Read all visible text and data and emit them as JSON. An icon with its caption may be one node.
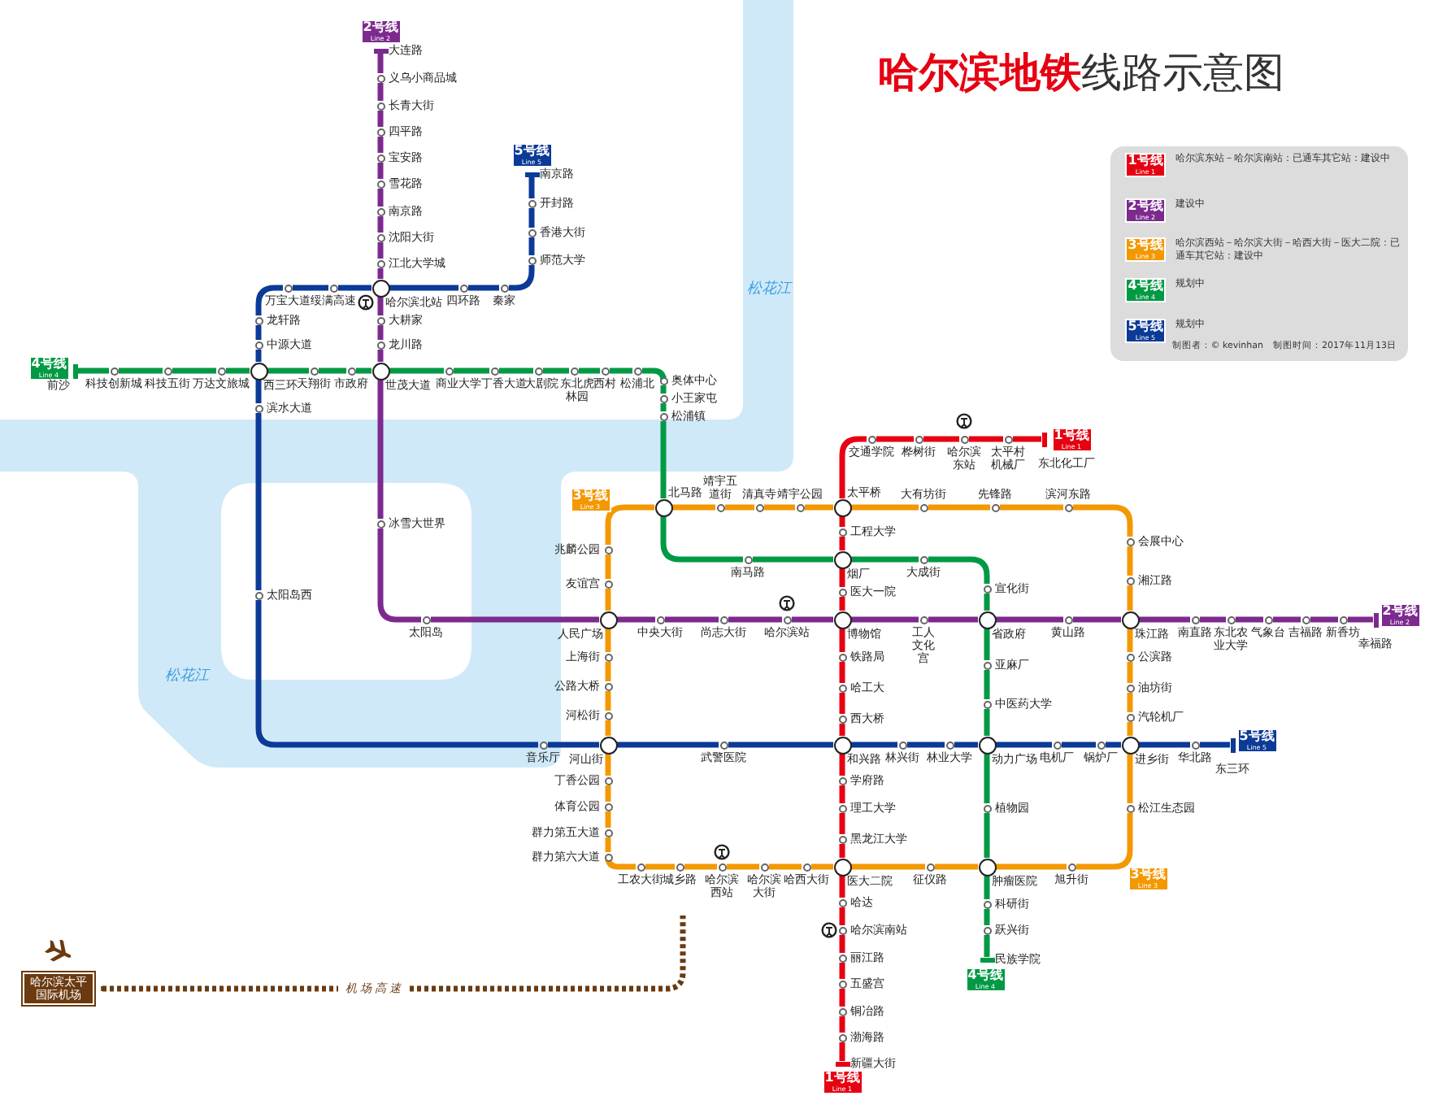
{
  "diagram": {
    "title": "**哈尔滨地铁**线路示意图",
    "nodes": [
      {
        "text": [
          "2号线",
          "Line 2"
        ]
      },
      {
        "text": [],
        "shape": "bar",
        "beside": [
          "大连路"
        ]
      },
      {
        "text": [],
        "shape": "circle",
        "beside": [
          "义乌小商品城"
        ]
      },
      {
        "text": [],
        "shape": "circle",
        "beside": [
          "长青大街"
        ]
      },
      {
        "text": [],
        "shape": "circle",
        "beside": [
          "四平路"
        ]
      },
      {
        "text": [],
        "shape": "circle",
        "beside": [
          "宝安路"
        ]
      },
      {
        "text": [],
        "shape": "circle",
        "beside": [
          "雪花路"
        ]
      },
      {
        "text": [],
        "shape": "circle",
        "beside": [
          "南京路"
        ]
      },
      {
        "text": [],
        "shape": "circle",
        "beside": [
          "沈阳大街"
        ]
      },
      {
        "text": [],
        "shape": "circle",
        "beside": [
          "江北大学城"
        ]
      },
      {
        "text": [],
        "shape": "circle",
        "beside": [
          "哈尔滨北站"
        ]
      },
      {
        "text": [],
        "shape": "circle",
        "beside": [
          "大耕家"
        ]
      },
      {
        "text": [],
        "shape": "circle",
        "beside": [
          "龙川路"
        ]
      },
      {
        "text": [],
        "shape": "circle",
        "beside": [
          "世茂大道"
        ]
      },
      {
        "text": [],
        "shape": "circle",
        "beside": [
          "冰雪大世界"
        ]
      },
      {
        "text": [],
        "shape": "circle",
        "beside": [
          "太阳岛"
        ]
      },
      {
        "text": [],
        "shape": "circle",
        "beside": [
          "人民广场"
        ]
      },
      {
        "text": [],
        "shape": "circle",
        "beside": [
          "中央大街"
        ]
      },
      {
        "text": [],
        "shape": "circle",
        "beside": [
          "尚志大街"
        ]
      },
      {
        "text": [],
        "shape": "circle",
        "beside": [
          "哈尔滨站"
        ]
      },
      {
        "text": [],
        "shape": "circle",
        "beside": [
          "博物馆"
        ]
      },
      {
        "text": [],
        "shape": "circle",
        "beside": [
          "工人文化宫"
        ]
      },
      {
        "text": [],
        "shape": "circle",
        "beside": [
          "省政府"
        ]
      },
      {
        "text": [],
        "shape": "circle",
        "beside": [
          "黄山路"
        ]
      },
      {
        "text": [],
        "shape": "circle",
        "beside": [
          "珠江路"
        ]
      },
      {
        "text": [],
        "shape": "circle",
        "beside": [
          "南直路"
        ]
      },
      {
        "text": [],
        "shape": "circle",
        "beside": [
          "东北农业大学"
        ]
      },
      {
        "text": [],
        "shape": "circle",
        "beside": [
          "气象台"
        ]
      },
      {
        "text": [],
        "shape": "circle",
        "beside": [
          "吉福路"
        ]
      },
      {
        "text": [],
        "shape": "circle",
        "beside": [
          "新香坊"
        ]
      },
      {
        "text": [],
        "shape": "bar",
        "beside": [
          "幸福路"
        ]
      },
      {
        "text": [
          "2号线",
          "Line 2"
        ]
      },
      {
        "text": [
          "5号线",
          "Line 5"
        ]
      },
      {
        "text": [],
        "shape": "bar",
        "beside": [
          "南京路"
        ]
      },
      {
        "text": [],
        "shape": "circle",
        "beside": [
          "开封路"
        ]
      },
      {
        "text": [],
        "shape": "circle",
        "beside": [
          "香港大街"
        ]
      },
      {
        "text": [],
        "shape": "circle",
        "beside": [
          "师范大学"
        ]
      },
      {
        "text": [],
        "shape": "circle",
        "beside": [
          "秦家"
        ]
      },
      {
        "text": [],
        "shape": "circle",
        "beside": [
          "四环路"
        ]
      },
      {
        "text": [],
        "shape": "circle",
        "beside": [
          "绥满高速"
        ]
      },
      {
        "text": [],
        "shape": "circle",
        "beside": [
          "万宝大道"
        ]
      },
      {
        "text": [],
        "shape": "circle",
        "beside": [
          "龙轩路"
        ]
      },
      {
        "text": [],
        "shape": "circle",
        "beside": [
          "中源大道"
        ]
      },
      {
        "text": [],
        "shape": "circle",
        "beside": [
          "西三环"
        ]
      },
      {
        "text": [],
        "shape": "circle",
        "beside": [
          "滨水大道"
        ]
      },
      {
        "text": [],
        "shape": "circle",
        "beside": [
          "太阳岛西"
        ]
      },
      {
        "text": [],
        "shape": "circle",
        "beside": [
          "音乐厅"
        ]
      },
      {
        "text": [],
        "shape": "circle",
        "beside": [
          "河山街"
        ]
      },
      {
        "text": [],
        "shape": "circle",
        "beside": [
          "武警医院"
        ]
      },
      {
        "text": [],
        "shape": "circle",
        "beside": [
          "和兴路"
        ]
      },
      {
        "text": [],
        "shape": "circle",
        "beside": [
          "林兴街"
        ]
      },
      {
        "text": [],
        "shape": "circle",
        "beside": [
          "林业大学"
        ]
      },
      {
        "text": [],
        "shape": "circle",
        "beside": [
          "动力广场"
        ]
      },
      {
        "text": [],
        "shape": "circle",
        "beside": [
          "电机厂"
        ]
      },
      {
        "text": [],
        "shape": "circle",
        "beside": [
          "锅炉厂"
        ]
      },
      {
        "text": [],
        "shape": "circle",
        "beside": [
          "进乡街"
        ]
      },
      {
        "text": [],
        "shape": "circle",
        "beside": [
          "华北路"
        ]
      },
      {
        "text": [],
        "shape": "bar",
        "beside": [
          "东三环"
        ]
      },
      {
        "text": [
          "5号线",
          "Line 5"
        ]
      },
      {
        "text": [
          "4号线",
          "Line 4"
        ]
      },
      {
        "text": [],
        "shape": "bar",
        "beside": [
          "前沙"
        ]
      },
      {
        "text": [],
        "shape": "circle",
        "beside": [
          "科技创新城"
        ]
      },
      {
        "text": [],
        "shape": "circle",
        "beside": [
          "科技五街"
        ]
      },
      {
        "text": [],
        "shape": "circle",
        "beside": [
          "万达文旅城"
        ]
      },
      {
        "text": [],
        "shape": "circle",
        "beside": [
          "天翔街"
        ]
      },
      {
        "text": [],
        "shape": "circle",
        "beside": [
          "市政府"
        ]
      },
      {
        "text": [],
        "shape": "circle",
        "beside": [
          "商业大学"
        ]
      },
      {
        "text": [],
        "shape": "circle",
        "beside": [
          "丁香大道"
        ]
      },
      {
        "text": [],
        "shape": "circle",
        "beside": [
          "大剧院"
        ]
      },
      {
        "text": [],
        "shape": "circle",
        "beside": [
          "东北虎林园"
        ]
      },
      {
        "text": [],
        "shape": "circle",
        "beside": [
          "西村"
        ]
      },
      {
        "text": [],
        "shape": "circle",
        "beside": [
          "松浦北"
        ]
      },
      {
        "text": [],
        "shape": "circle",
        "beside": [
          "奥体中心"
        ]
      },
      {
        "text": [],
        "shape": "circle",
        "beside": [
          "小王家屯"
        ]
      },
      {
        "text": [],
        "shape": "circle",
        "beside": [
          "松浦镇"
        ]
      },
      {
        "text": [],
        "shape": "circle",
        "beside": [
          "北马路"
        ]
      },
      {
        "text": [],
        "shape": "circle",
        "beside": [
          "南马路"
        ]
      },
      {
        "text": [],
        "shape": "circle",
        "beside": [
          "烟厂"
        ]
      },
      {
        "text": [],
        "shape": "circle",
        "beside": [
          "大成街"
        ]
      },
      {
        "text": [],
        "shape": "circle",
        "beside": [
          "宣化街"
        ]
      },
      {
        "text": [],
        "shape": "circle",
        "beside": [
          "亚麻厂"
        ]
      },
      {
        "text": [],
        "shape": "circle",
        "beside": [
          "中医药大学"
        ]
      },
      {
        "text": [],
        "shape": "circle",
        "beside": [
          "植物园"
        ]
      },
      {
        "text": [],
        "shape": "circle",
        "beside": [
          "肿瘤医院"
        ]
      },
      {
        "text": [],
        "shape": "circle",
        "beside": [
          "科研街"
        ]
      },
      {
        "text": [],
        "shape": "circle",
        "beside": [
          "跃兴街"
        ]
      },
      {
        "text": [],
        "shape": "bar",
        "beside": [
          "民族学院"
        ]
      },
      {
        "text": [
          "4号线",
          "Line 4"
        ]
      },
      {
        "text": [
          "3号线",
          "Line 3"
        ]
      },
      {
        "text": [],
        "shape": "circle",
        "beside": [
          "靖宇五道街"
        ]
      },
      {
        "text": [],
        "shape": "circle",
        "beside": [
          "清真寺"
        ]
      },
      {
        "text": [],
        "shape": "circle",
        "beside": [
          "靖宇公园"
        ]
      },
      {
        "text": [],
        "shape": "circle",
        "beside": [
          "太平桥"
        ]
      },
      {
        "text": [],
        "shape": "circle",
        "beside": [
          "大有坊街"
        ]
      },
      {
        "text": [],
        "shape": "circle",
        "beside": [
          "先锋路"
        ]
      },
      {
        "text": [],
        "shape": "circle",
        "beside": [
          "滨河东路"
        ]
      },
      {
        "text": [],
        "shape": "circle",
        "beside": [
          "会展中心"
        ]
      },
      {
        "text": [],
        "shape": "circle",
        "beside": [
          "湘江路"
        ]
      },
      {
        "text": [],
        "shape": "circle",
        "beside": [
          "公滨路"
        ]
      },
      {
        "text": [],
        "shape": "circle",
        "beside": [
          "油坊街"
        ]
      },
      {
        "text": [],
        "shape": "circle",
        "beside": [
          "汽轮机厂"
        ]
      },
      {
        "text": [],
        "shape": "circle",
        "beside": [
          "松江生态园"
        ]
      },
      {
        "text": [
          "3号线",
          "Line 3"
        ]
      },
      {
        "text": [],
        "shape": "circle",
        "beside": [
          "旭升街"
        ]
      },
      {
        "text": [],
        "shape": "circle",
        "beside": [
          "征仪路"
        ]
      },
      {
        "text": [],
        "shape": "circle",
        "beside": [
          "医大二院"
        ]
      },
      {
        "text": [],
        "shape": "circle",
        "beside": [
          "哈西大街"
        ]
      },
      {
        "text": [],
        "shape": "circle",
        "beside": [
          "哈尔滨大街"
        ]
      },
      {
        "text": [],
        "shape": "circle",
        "beside": [
          "哈尔滨西站"
        ]
      },
      {
        "text": [],
        "shape": "circle",
        "beside": [
          "城乡路"
        ]
      },
      {
        "text": [],
        "shape": "circle",
        "beside": [
          "工农大街"
        ]
      },
      {
        "text": [],
        "shape": "circle",
        "beside": [
          "群力第六大道"
        ]
      },
      {
        "text": [],
        "shape": "circle",
        "beside": [
          "群力第五大道"
        ]
      },
      {
        "text": [],
        "shape": "circle",
        "beside": [
          "体育公园"
        ]
      },
      {
        "text": [],
        "shape": "circle",
        "beside": [
          "丁香公园"
        ]
      },
      {
        "text": [],
        "shape": "circle",
        "beside": [
          "河松街"
        ]
      },
      {
        "text": [],
        "shape": "circle",
        "beside": [
          "公路大桥"
        ]
      },
      {
        "text": [],
        "shape": "circle",
        "beside": [
          "上海街"
        ]
      },
      {
        "text": [],
        "shape": "circle",
        "beside": [
          "友谊宫"
        ]
      },
      {
        "text": [],
        "shape": "circle",
        "beside": [
          "兆麟公园"
        ]
      },
      {
        "text": [
          "1号线",
          "Line 1"
        ]
      },
      {
        "text": [],
        "shape": "circle",
        "beside": [
          "交通学院"
        ]
      },
      {
        "text": [],
        "shape": "circle",
        "beside": [
          "桦树街"
        ]
      },
      {
        "text": [],
        "shape": "circle",
        "beside": [
          "哈尔滨东站"
        ]
      },
      {
        "text": [],
        "shape": "circle",
        "beside": [
          "太平村机械厂"
        ]
      },
      {
        "text": [],
        "shape": "bar",
        "beside": [
          "东北化工厂"
        ]
      },
      {
        "text": [],
        "shape": "circle",
        "beside": [
          "工程大学"
        ]
      },
      {
        "text": [],
        "shape": "circle",
        "beside": [
          "医大一院"
        ]
      },
      {
        "text": [],
        "shape": "circle",
        "beside": [
          "铁路局"
        ]
      },
      {
        "text": [],
        "shape": "circle",
        "beside": [
          "哈工大"
        ]
      },
      {
        "text": [],
        "shape": "circle",
        "beside": [
          "西大桥"
        ]
      },
      {
        "text": [],
        "shape": "circle",
        "beside": [
          "学府路"
        ]
      },
      {
        "text": [],
        "shape": "circle",
        "beside": [
          "理工大学"
        ]
      },
      {
        "text": [],
        "shape": "circle",
        "beside": [
          "黑龙江大学"
        ]
      },
      {
        "text": [],
        "shape": "circle",
        "beside": [
          "哈达"
        ]
      },
      {
        "text": [],
        "shape": "circle",
        "beside": [
          "哈尔滨南站"
        ]
      },
      {
        "text": [],
        "shape": "circle",
        "beside": [
          "丽江路"
        ]
      },
      {
        "text": [],
        "shape": "circle",
        "beside": [
          "五盛宫"
        ]
      },
      {
        "text": [],
        "shape": "circle",
        "beside": [
          "铜冶路"
        ]
      },
      {
        "text": [],
        "shape": "circle",
        "beside": [
          "渤海路"
        ]
      },
      {
        "text": [],
        "shape": "bar",
        "beside": [
          "新疆大街"
        ]
      },
      {
        "text": [
          "1号线",
          "Line 1"
        ]
      },
      {
        "text": [
          "哈尔滨太平国际机场"
        ]
      }
    ],
    "edges": [
      {
        "from": 1,
        "to": 2,
        "arrow": "none",
        "color": "#7d2a8f"
      },
      {
        "from": 2,
        "to": 3,
        "arrow": "none",
        "color": "#7d2a8f"
      },
      {
        "from": 3,
        "to": 4,
        "arrow": "none",
        "color": "#7d2a8f"
      },
      {
        "from": 4,
        "to": 5,
        "arrow": "none",
        "color": "#7d2a8f"
      },
      {
        "from": 5,
        "to": 6,
        "arrow": "none",
        "color": "#7d2a8f"
      },
      {
        "from": 6,
        "to": 7,
        "arrow": "none",
        "color": "#7d2a8f"
      },
      {
        "from": 7,
        "to": 8,
        "arrow": "none",
        "color": "#7d2a8f"
      },
      {
        "from": 8,
        "to": 9,
        "arrow": "none",
        "color": "#7d2a8f"
      },
      {
        "from": 9,
        "to": 10,
        "arrow": "none",
        "color": "#7d2a8f"
      },
      {
        "from": 10,
        "to": 11,
        "arrow": "none",
        "color": "#7d2a8f"
      },
      {
        "from": 11,
        "to": 12,
        "arrow": "none",
        "color": "#7d2a8f"
      },
      {
        "from": 12,
        "to": 13,
        "arrow": "none",
        "color": "#7d2a8f"
      },
      {
        "from": 13,
        "to": 14,
        "arrow": "none",
        "color": "#7d2a8f"
      },
      {
        "from": 14,
        "to": 15,
        "arrow": "none",
        "color": "#7d2a8f"
      },
      {
        "from": 15,
        "to": 16,
        "arrow": "none",
        "color": "#7d2a8f"
      },
      {
        "from": 16,
        "to": 17,
        "arrow": "none",
        "color": "#7d2a8f"
      },
      {
        "from": 17,
        "to": 18,
        "arrow": "none",
        "color": "#7d2a8f"
      },
      {
        "from": 18,
        "to": 19,
        "arrow": "none",
        "color": "#7d2a8f"
      },
      {
        "from": 19,
        "to": 20,
        "arrow": "none",
        "color": "#7d2a8f"
      },
      {
        "from": 20,
        "to": 21,
        "arrow": "none",
        "color": "#7d2a8f"
      },
      {
        "from": 21,
        "to": 22,
        "arrow": "none",
        "color": "#7d2a8f"
      },
      {
        "from": 22,
        "to": 23,
        "arrow": "none",
        "color": "#7d2a8f"
      },
      {
        "from": 23,
        "to": 24,
        "arrow": "none",
        "color": "#7d2a8f"
      },
      {
        "from": 24,
        "to": 25,
        "arrow": "none",
        "color": "#7d2a8f"
      },
      {
        "from": 25,
        "to": 26,
        "arrow": "none",
        "color": "#7d2a8f"
      },
      {
        "from": 26,
        "to": 27,
        "arrow": "none",
        "color": "#7d2a8f"
      },
      {
        "from": 27,
        "to": 28,
        "arrow": "none",
        "color": "#7d2a8f"
      },
      {
        "from": 28,
        "to": 29,
        "arrow": "none",
        "color": "#7d2a8f"
      },
      {
        "from": 29,
        "to": 30,
        "arrow": "none",
        "color": "#7d2a8f"
      },
      {
        "from": 33,
        "to": 34,
        "arrow": "none",
        "color": "#0b3a97"
      },
      {
        "from": 34,
        "to": 35,
        "arrow": "none",
        "color": "#0b3a97"
      },
      {
        "from": 35,
        "to": 36,
        "arrow": "none",
        "color": "#0b3a97"
      },
      {
        "from": 36,
        "to": 37,
        "arrow": "none",
        "color": "#0b3a97"
      },
      {
        "from": 37,
        "to": 38,
        "arrow": "none",
        "color": "#0b3a97"
      },
      {
        "from": 38,
        "to": 10,
        "arrow": "none",
        "color": "#0b3a97"
      },
      {
        "from": 10,
        "to": 39,
        "arrow": "none",
        "color": "#0b3a97"
      },
      {
        "from": 39,
        "to": 40,
        "arrow": "none",
        "color": "#0b3a97"
      },
      {
        "from": 40,
        "to": 41,
        "arrow": "none",
        "color": "#0b3a97"
      },
      {
        "from": 41,
        "to": 42,
        "arrow": "none",
        "color": "#0b3a97"
      },
      {
        "from": 42,
        "to": 43,
        "arrow": "none",
        "color": "#0b3a97"
      },
      {
        "from": 43,
        "to": 44,
        "arrow": "none",
        "color": "#0b3a97"
      },
      {
        "from": 44,
        "to": 45,
        "arrow": "none",
        "color": "#0b3a97"
      },
      {
        "from": 45,
        "to": 46,
        "arrow": "none",
        "color": "#0b3a97"
      },
      {
        "from": 46,
        "to": 47,
        "arrow": "none",
        "color": "#0b3a97"
      },
      {
        "from": 47,
        "to": 48,
        "arrow": "none",
        "color": "#0b3a97"
      },
      {
        "from": 48,
        "to": 49,
        "arrow": "none",
        "color": "#0b3a97"
      },
      {
        "from": 49,
        "to": 50,
        "arrow": "none",
        "color": "#0b3a97"
      },
      {
        "from": 50,
        "to": 51,
        "arrow": "none",
        "color": "#0b3a97"
      },
      {
        "from": 51,
        "to": 52,
        "arrow": "none",
        "color": "#0b3a97"
      },
      {
        "from": 52,
        "to": 53,
        "arrow": "none",
        "color": "#0b3a97"
      },
      {
        "from": 53,
        "to": 54,
        "arrow": "none",
        "color": "#0b3a97"
      },
      {
        "from": 54,
        "to": 55,
        "arrow": "none",
        "color": "#0b3a97"
      },
      {
        "from": 55,
        "to": 56,
        "arrow": "none",
        "color": "#0b3a97"
      },
      {
        "from": 56,
        "to": 57,
        "arrow": "none",
        "color": "#0b3a97"
      },
      {
        "from": 60,
        "to": 61,
        "arrow": "none",
        "color": "#009944"
      },
      {
        "from": 61,
        "to": 62,
        "arrow": "none",
        "color": "#009944"
      },
      {
        "from": 62,
        "to": 63,
        "arrow": "none",
        "color": "#009944"
      },
      {
        "from": 63,
        "to": 43,
        "arrow": "none",
        "color": "#009944"
      },
      {
        "from": 43,
        "to": 64,
        "arrow": "none",
        "color": "#009944"
      },
      {
        "from": 64,
        "to": 65,
        "arrow": "none",
        "color": "#009944"
      },
      {
        "from": 65,
        "to": 13,
        "arrow": "none",
        "color": "#009944"
      },
      {
        "from": 13,
        "to": 66,
        "arrow": "none",
        "color": "#009944"
      },
      {
        "from": 66,
        "to": 67,
        "arrow": "none",
        "color": "#009944"
      },
      {
        "from": 67,
        "to": 68,
        "arrow": "none",
        "color": "#009944"
      },
      {
        "from": 68,
        "to": 69,
        "arrow": "none",
        "color": "#009944"
      },
      {
        "from": 69,
        "to": 70,
        "arrow": "none",
        "color": "#009944"
      },
      {
        "from": 70,
        "to": 71,
        "arrow": "none",
        "color": "#009944"
      },
      {
        "from": 71,
        "to": 72,
        "arrow": "none",
        "color": "#009944"
      },
      {
        "from": 72,
        "to": 73,
        "arrow": "none",
        "color": "#009944"
      },
      {
        "from": 73,
        "to": 74,
        "arrow": "none",
        "color": "#009944"
      },
      {
        "from": 74,
        "to": 75,
        "arrow": "none",
        "color": "#009944"
      },
      {
        "from": 75,
        "to": 76,
        "arrow": "none",
        "color": "#009944"
      },
      {
        "from": 76,
        "to": 77,
        "arrow": "none",
        "color": "#009944"
      },
      {
        "from": 77,
        "to": 78,
        "arrow": "none",
        "color": "#009944"
      },
      {
        "from": 78,
        "to": 79,
        "arrow": "none",
        "color": "#009944"
      },
      {
        "from": 79,
        "to": 22,
        "arrow": "none",
        "color": "#009944"
      },
      {
        "from": 22,
        "to": 80,
        "arrow": "none",
        "color": "#009944"
      },
      {
        "from": 80,
        "to": 81,
        "arrow": "none",
        "color": "#009944"
      },
      {
        "from": 81,
        "to": 52,
        "arrow": "none",
        "color": "#009944"
      },
      {
        "from": 52,
        "to": 82,
        "arrow": "none",
        "color": "#009944"
      },
      {
        "from": 82,
        "to": 83,
        "arrow": "none",
        "color": "#009944"
      },
      {
        "from": 83,
        "to": 84,
        "arrow": "none",
        "color": "#009944"
      },
      {
        "from": 84,
        "to": 85,
        "arrow": "none",
        "color": "#009944"
      },
      {
        "from": 85,
        "to": 86,
        "arrow": "none",
        "color": "#009944"
      },
      {
        "from": 75,
        "to": 89,
        "arrow": "none",
        "color": "#f39800"
      },
      {
        "from": 89,
        "to": 90,
        "arrow": "none",
        "color": "#f39800"
      },
      {
        "from": 90,
        "to": 91,
        "arrow": "none",
        "color": "#f39800"
      },
      {
        "from": 91,
        "to": 92,
        "arrow": "none",
        "color": "#f39800"
      },
      {
        "from": 92,
        "to": 93,
        "arrow": "none",
        "color": "#f39800"
      },
      {
        "from": 93,
        "to": 94,
        "arrow": "none",
        "color": "#f39800"
      },
      {
        "from": 94,
        "to": 95,
        "arrow": "none",
        "color": "#f39800"
      },
      {
        "from": 95,
        "to": 96,
        "arrow": "none",
        "color": "#f39800"
      },
      {
        "from": 96,
        "to": 97,
        "arrow": "none",
        "color": "#f39800"
      },
      {
        "from": 97,
        "to": 24,
        "arrow": "none",
        "color": "#f39800"
      },
      {
        "from": 24,
        "to": 98,
        "arrow": "none",
        "color": "#f39800"
      },
      {
        "from": 98,
        "to": 99,
        "arrow": "none",
        "color": "#f39800"
      },
      {
        "from": 99,
        "to": 100,
        "arrow": "none",
        "color": "#f39800"
      },
      {
        "from": 100,
        "to": 55,
        "arrow": "none",
        "color": "#f39800"
      },
      {
        "from": 55,
        "to": 101,
        "arrow": "none",
        "color": "#f39800"
      },
      {
        "from": 101,
        "to": 103,
        "arrow": "none",
        "color": "#f39800"
      },
      {
        "from": 103,
        "to": 83,
        "arrow": "none",
        "color": "#f39800"
      },
      {
        "from": 83,
        "to": 104,
        "arrow": "none",
        "color": "#f39800"
      },
      {
        "from": 104,
        "to": 105,
        "arrow": "none",
        "color": "#f39800"
      },
      {
        "from": 105,
        "to": 106,
        "arrow": "none",
        "color": "#f39800"
      },
      {
        "from": 106,
        "to": 107,
        "arrow": "none",
        "color": "#f39800"
      },
      {
        "from": 107,
        "to": 108,
        "arrow": "none",
        "color": "#f39800"
      },
      {
        "from": 108,
        "to": 109,
        "arrow": "none",
        "color": "#f39800"
      },
      {
        "from": 109,
        "to": 110,
        "arrow": "none",
        "color": "#f39800"
      },
      {
        "from": 110,
        "to": 111,
        "arrow": "none",
        "color": "#f39800"
      },
      {
        "from": 111,
        "to": 112,
        "arrow": "none",
        "color": "#f39800"
      },
      {
        "from": 112,
        "to": 113,
        "arrow": "none",
        "color": "#f39800"
      },
      {
        "from": 113,
        "to": 114,
        "arrow": "none",
        "color": "#f39800"
      },
      {
        "from": 114,
        "to": 47,
        "arrow": "none",
        "color": "#f39800"
      },
      {
        "from": 47,
        "to": 115,
        "arrow": "none",
        "color": "#f39800"
      },
      {
        "from": 115,
        "to": 116,
        "arrow": "none",
        "color": "#f39800"
      },
      {
        "from": 116,
        "to": 117,
        "arrow": "none",
        "color": "#f39800"
      },
      {
        "from": 117,
        "to": 16,
        "arrow": "none",
        "color": "#f39800"
      },
      {
        "from": 16,
        "to": 118,
        "arrow": "none",
        "color": "#f39800"
      },
      {
        "from": 118,
        "to": 119,
        "arrow": "none",
        "color": "#f39800"
      },
      {
        "from": 119,
        "to": 75,
        "arrow": "none",
        "color": "#f39800"
      },
      {
        "from": 125,
        "to": 124,
        "arrow": "none",
        "color": "#e60012"
      },
      {
        "from": 124,
        "to": 123,
        "arrow": "none",
        "color": "#e60012"
      },
      {
        "from": 123,
        "to": 122,
        "arrow": "none",
        "color": "#e60012"
      },
      {
        "from": 122,
        "to": 121,
        "arrow": "none",
        "color": "#e60012"
      },
      {
        "from": 121,
        "to": 92,
        "arrow": "none",
        "color": "#e60012"
      },
      {
        "from": 92,
        "to": 126,
        "arrow": "none",
        "color": "#e60012"
      },
      {
        "from": 126,
        "to": 77,
        "arrow": "none",
        "color": "#e60012"
      },
      {
        "from": 77,
        "to": 127,
        "arrow": "none",
        "color": "#e60012"
      },
      {
        "from": 127,
        "to": 20,
        "arrow": "none",
        "color": "#e60012"
      },
      {
        "from": 20,
        "to": 128,
        "arrow": "none",
        "color": "#e60012"
      },
      {
        "from": 128,
        "to": 129,
        "arrow": "none",
        "color": "#e60012"
      },
      {
        "from": 129,
        "to": 130,
        "arrow": "none",
        "color": "#e60012"
      },
      {
        "from": 130,
        "to": 49,
        "arrow": "none",
        "color": "#e60012"
      },
      {
        "from": 49,
        "to": 131,
        "arrow": "none",
        "color": "#e60012"
      },
      {
        "from": 131,
        "to": 132,
        "arrow": "none",
        "color": "#e60012"
      },
      {
        "from": 132,
        "to": 133,
        "arrow": "none",
        "color": "#e60012"
      },
      {
        "from": 133,
        "to": 105,
        "arrow": "none",
        "color": "#e60012"
      },
      {
        "from": 105,
        "to": 134,
        "arrow": "none",
        "color": "#e60012"
      },
      {
        "from": 134,
        "to": 135,
        "arrow": "none",
        "color": "#e60012"
      },
      {
        "from": 135,
        "to": 136,
        "arrow": "none",
        "color": "#e60012"
      },
      {
        "from": 136,
        "to": 137,
        "arrow": "none",
        "color": "#e60012"
      },
      {
        "from": 137,
        "to": 138,
        "arrow": "none",
        "color": "#e60012"
      },
      {
        "from": 138,
        "to": 139,
        "arrow": "none",
        "color": "#e60012"
      },
      {
        "from": 139,
        "to": 140,
        "arrow": "none",
        "color": "#e60012"
      },
      {
        "from": 142,
        "to": null,
        "arrow": "other",
        "style": "dashed",
        "color": "#6b3a10",
        "label": "机场高速"
      }
    ],
    "labels": [
      "1号线",
      "Line 1",
      "2号线",
      "Line 2",
      "3号线",
      "Line 3",
      "4号线",
      "Line 4",
      "5号线",
      "Line 5",
      "制图者：© kevinhan　制图时间：2017年11月13日",
      "松花江",
      "松花江"
    ],
    "legend": [
      {
        "text": "哈尔滨东站－哈尔滨南站：已通车其它站：建设中",
        "color": "#e60012"
      },
      {
        "text": "建设中",
        "color": "#7d2a8f"
      },
      {
        "text": "哈尔滨西站－哈尔滨大街－哈西大街－医大二院：已通车其它站：建设中",
        "color": "#f39800"
      },
      {
        "text": "规划中",
        "color": "#009944"
      },
      {
        "text": "规划中",
        "color": "#0b3a97"
      }
    ]
  }
}
